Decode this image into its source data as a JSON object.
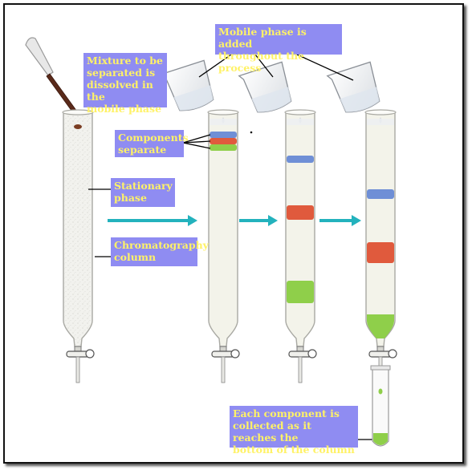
{
  "labels": {
    "mixture": "Mixture to be\nseparated  is\ndissolved  in the\nmobile phase",
    "mobile_phase": "Mobile phase is added\nthroughout the process",
    "components": "Components\nseparate",
    "stationary": "Stationary\nphase",
    "column": "Chromatography\ncolumn",
    "collected": "Each component is\ncollected as it reaches the\nbottom of the column"
  },
  "colors": {
    "label_bg": "#8f8cf2",
    "label_text": "#fff267",
    "blue_band": "#6f8fd6",
    "red_band": "#e05a3d",
    "green_band": "#8fcf4a",
    "arrow": "#23b2bd",
    "column_fill": "#f3f3ea"
  },
  "stages": [
    {
      "name": "loading",
      "bands": []
    },
    {
      "name": "separation-start",
      "bands": [
        "blue",
        "red",
        "green"
      ]
    },
    {
      "name": "migration",
      "bands": [
        "blue",
        "red",
        "green"
      ]
    },
    {
      "name": "elution",
      "bands": [
        "blue",
        "red",
        "green-eluting"
      ]
    }
  ]
}
